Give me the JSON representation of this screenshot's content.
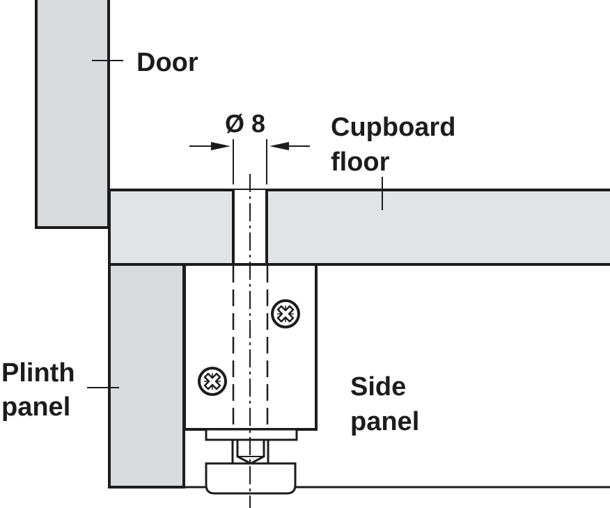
{
  "labels": {
    "door": "Door",
    "cupboard_floor_line1": "Cupboard",
    "cupboard_floor_line2": "floor",
    "plinth_panel_line1": "Plinth",
    "plinth_panel_line2": "panel",
    "side_panel_line1": "Side",
    "side_panel_line2": "panel"
  },
  "dimension": {
    "diameter_symbol": "Ø",
    "value": "8",
    "text": "Ø 8"
  },
  "icons": {
    "screw_upper": "phillips-screw-head-icon",
    "screw_lower": "phillips-screw-head-icon"
  },
  "colors": {
    "panel_fill": "#d9dadc",
    "floor_fill": "#e2e3e5",
    "stroke": "#1c1c1e",
    "background": "#ffffff"
  }
}
